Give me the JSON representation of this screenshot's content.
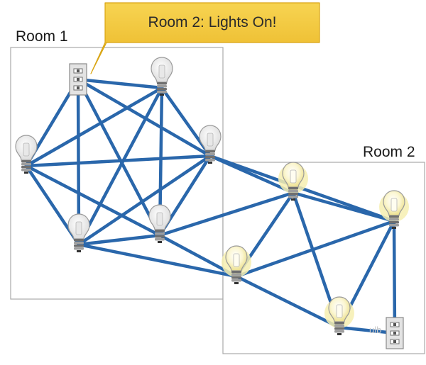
{
  "callout": {
    "text": "Room 2: Lights On!"
  },
  "rooms": [
    {
      "label": "Room 1"
    },
    {
      "label": "Room 2"
    }
  ],
  "watermark": "ulb",
  "nodes": [
    {
      "id": "switch1",
      "kind": "switch",
      "room": "Room 1",
      "lit": false
    },
    {
      "id": "r1-bulb-top",
      "kind": "bulb",
      "room": "Room 1",
      "lit": false
    },
    {
      "id": "r1-bulb-right",
      "kind": "bulb",
      "room": "Room 1",
      "lit": false
    },
    {
      "id": "r1-bulb-left",
      "kind": "bulb",
      "room": "Room 1",
      "lit": false
    },
    {
      "id": "r1-bulb-bottom-left",
      "kind": "bulb",
      "room": "Room 1",
      "lit": false
    },
    {
      "id": "r1-bulb-bottom-mid",
      "kind": "bulb",
      "room": "Room 1",
      "lit": false
    },
    {
      "id": "r2-bulb-top",
      "kind": "bulb",
      "room": "Room 2",
      "lit": true
    },
    {
      "id": "r2-bulb-right",
      "kind": "bulb",
      "room": "Room 2",
      "lit": true
    },
    {
      "id": "r2-bulb-center",
      "kind": "bulb",
      "room": "Room 2",
      "lit": true
    },
    {
      "id": "r2-bulb-bottom",
      "kind": "bulb",
      "room": "Room 2",
      "lit": true
    },
    {
      "id": "switch2",
      "kind": "switch",
      "room": "Room 2",
      "lit": false
    }
  ],
  "links": [
    [
      "switch1",
      "r1-bulb-top"
    ],
    [
      "switch1",
      "r1-bulb-left"
    ],
    [
      "switch1",
      "r1-bulb-right"
    ],
    [
      "switch1",
      "r1-bulb-bottom-left"
    ],
    [
      "switch1",
      "r1-bulb-bottom-mid"
    ],
    [
      "r1-bulb-top",
      "r1-bulb-left"
    ],
    [
      "r1-bulb-top",
      "r1-bulb-right"
    ],
    [
      "r1-bulb-top",
      "r1-bulb-bottom-left"
    ],
    [
      "r1-bulb-top",
      "r1-bulb-bottom-mid"
    ],
    [
      "r1-bulb-left",
      "r1-bulb-right"
    ],
    [
      "r1-bulb-left",
      "r1-bulb-bottom-left"
    ],
    [
      "r1-bulb-left",
      "r1-bulb-bottom-mid"
    ],
    [
      "r1-bulb-right",
      "r1-bulb-bottom-left"
    ],
    [
      "r1-bulb-right",
      "r1-bulb-bottom-mid"
    ],
    [
      "r1-bulb-bottom-left",
      "r1-bulb-bottom-mid"
    ],
    [
      "r1-bulb-right",
      "r2-bulb-top"
    ],
    [
      "r1-bulb-right",
      "r2-bulb-right"
    ],
    [
      "r1-bulb-bottom-mid",
      "r2-bulb-top"
    ],
    [
      "r1-bulb-bottom-mid",
      "r2-bulb-center"
    ],
    [
      "r1-bulb-bottom-left",
      "r2-bulb-center"
    ],
    [
      "r2-bulb-top",
      "r2-bulb-right"
    ],
    [
      "r2-bulb-top",
      "r2-bulb-center"
    ],
    [
      "r2-bulb-top",
      "r2-bulb-bottom"
    ],
    [
      "r2-bulb-right",
      "r2-bulb-center"
    ],
    [
      "r2-bulb-right",
      "r2-bulb-bottom"
    ],
    [
      "r2-bulb-center",
      "r2-bulb-bottom"
    ],
    [
      "r2-bulb-bottom",
      "switch2"
    ],
    [
      "r2-bulb-right",
      "switch2"
    ]
  ],
  "colors": {
    "link": "#2a67ab",
    "callout_fill": "#f2c12e",
    "callout_stroke": "#d9a514",
    "room_border": "#a9a9a9",
    "lit_glow": "#f6eeb0",
    "unlit_glass": "#f2f2f2"
  }
}
